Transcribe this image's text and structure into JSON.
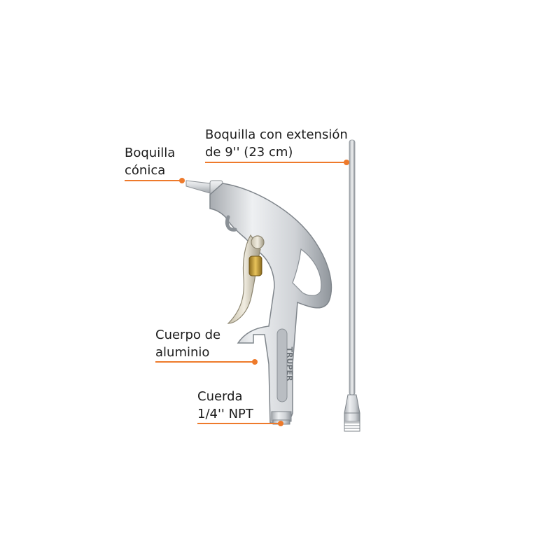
{
  "labels": {
    "conical_nozzle": [
      "Boquilla",
      "cónica"
    ],
    "extension_nozzle": [
      "Boquilla con extensión",
      "de 9'' (23 cm)"
    ],
    "aluminum_body": [
      "Cuerpo de",
      "aluminio"
    ],
    "thread": [
      "Cuerda",
      "1/4'' NPT"
    ]
  },
  "brand_mark": "TRUPER",
  "colors": {
    "accent": "#ee7a2b",
    "text": "#1c1c1c",
    "background": "#ffffff"
  }
}
